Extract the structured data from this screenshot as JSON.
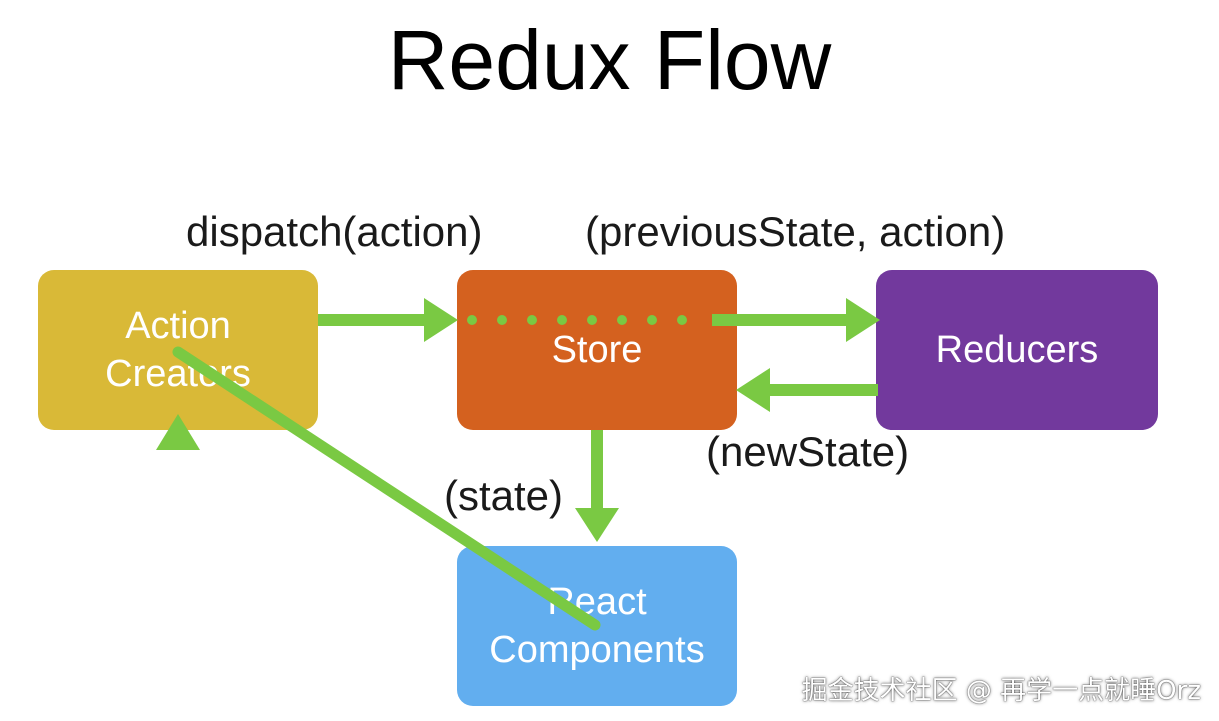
{
  "title": "Redux Flow",
  "nodes": {
    "action_creators": {
      "line1": "Action",
      "line2": "Creators",
      "color": "#d9b937"
    },
    "store": {
      "label": "Store",
      "color": "#d4611f"
    },
    "reducers": {
      "label": "Reducers",
      "color": "#72399d"
    },
    "react_components": {
      "line1": "React",
      "line2": "Components",
      "color": "#62aeef"
    }
  },
  "edge_labels": {
    "dispatch": "dispatch(action)",
    "previous_state": "(previousState, action)",
    "new_state": "(newState)",
    "state": "(state)"
  },
  "arrow_color": "#7ac943",
  "watermark": "掘金技术社区 @ 再学一点就睡Orz"
}
